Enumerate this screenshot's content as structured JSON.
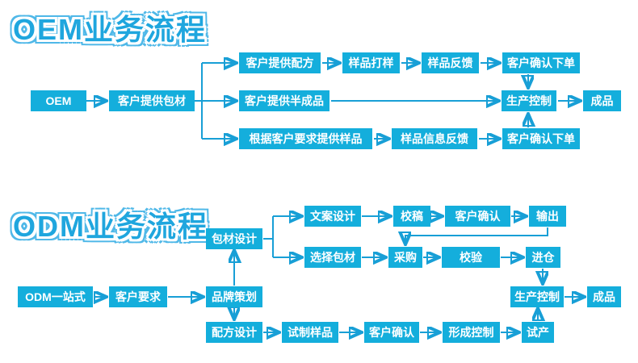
{
  "colors": {
    "box_fill": "#14AEDC",
    "box_text": "#FFFFFF",
    "arrow": "#189FD6",
    "title_fill": "#1FA6DE",
    "title_inner_stroke": "#FFFFFF",
    "title_outer_stroke": "#4FB8E8",
    "background": "#FFFFFF"
  },
  "oem": {
    "title": "OEM业务流程",
    "nodes": [
      "OEM",
      "客户提供包材",
      "客户提供配方",
      "样品打样",
      "样品反馈",
      "客户确认下单",
      "客户提供半成品",
      "生产控制",
      "成品",
      "根据客户要求提供样品",
      "样品信息反馈",
      "客户确认下单"
    ]
  },
  "odm": {
    "title": "ODM业务流程",
    "nodes": [
      "ODM一站式",
      "客户要求",
      "品牌策划",
      "包材设计",
      "文案设计",
      "校稿",
      "客户确认",
      "输出",
      "选择包材",
      "采购",
      "校验",
      "进仓",
      "生产控制",
      "成品",
      "配方设计",
      "试制样品",
      "客户确认",
      "形成控制",
      "试产"
    ]
  }
}
